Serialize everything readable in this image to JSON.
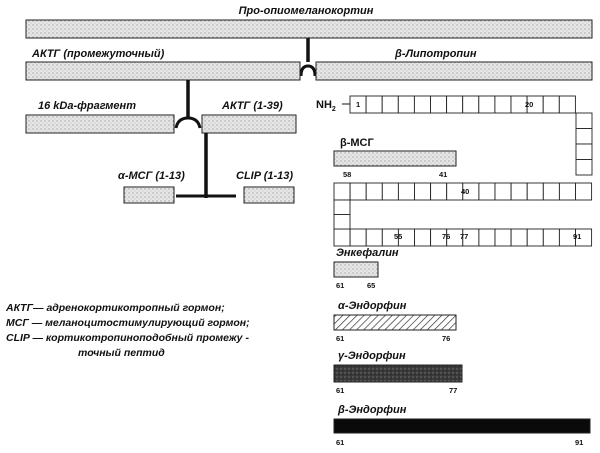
{
  "labels": {
    "pomc": "Про-опиомеланокортин",
    "acth_intermediate": "АКТГ (промежуточный)",
    "beta_lipotropin": "β-Липотропин",
    "fragment_16kda": "16 kDa-фрагмент",
    "acth_1_39": "АКТГ (1-39)",
    "alpha_msh": "α-МСГ (1-13)",
    "clip": "CLIP (1-13)",
    "nh2": "NH",
    "nh2_sub": "2"
  },
  "chain_numbers": {
    "n1": "1",
    "n20": "20",
    "n40": "40",
    "n55": "55",
    "n76": "76",
    "n77": "77",
    "n91": "91"
  },
  "peptides": {
    "beta_msh": {
      "name": "β-МСГ",
      "start": "58",
      "end": "41"
    },
    "enkephalin": {
      "name": "Энкефалин",
      "start": "61",
      "end": "65"
    },
    "alpha_endorphin": {
      "name": "α-Эндорфин",
      "start": "61",
      "end": "76"
    },
    "gamma_endorphin": {
      "name": "γ-Эндорфин",
      "start": "61",
      "end": "77"
    },
    "beta_endorphin": {
      "name": "β-Эндорфин",
      "start": "61",
      "end": "91"
    }
  },
  "legend": {
    "line1": "АКТГ— адренокортикотропный гормон;",
    "line2": "МСГ — меланоцитостимулирующий гормон;",
    "line3": "CLIP — кортикотропиноподобный промежу -",
    "line4": "точный пептид"
  }
}
